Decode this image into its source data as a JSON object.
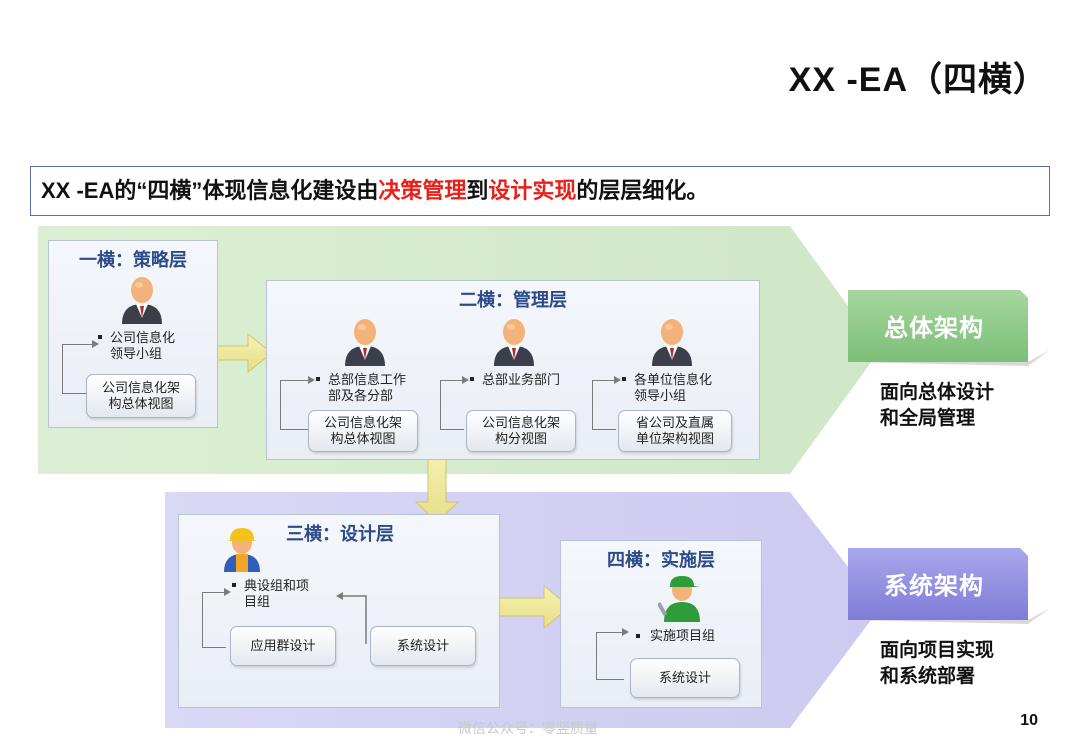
{
  "page_title": "XX -EA（四横）",
  "banner": {
    "prefix": "XX -EA的“四横”体现信息化建设由",
    "red1": "决策管理",
    "mid": "到",
    "red2": "设计实现",
    "suffix": "的层层细化。"
  },
  "layers": {
    "strategy": {
      "title": "一横：策略层",
      "item": "公司信息化\n领导小组",
      "view": "公司信息化架\n构总体视图"
    },
    "management": {
      "title": "二横：管理层",
      "groups": [
        {
          "item": "总部信息工作\n部及各分部",
          "view": "公司信息化架\n构总体视图"
        },
        {
          "item": "总部业务部门",
          "view": "公司信息化架\n构分视图"
        },
        {
          "item": "各单位信息化\n领导小组",
          "view": "省公司及直属\n单位架构视图"
        }
      ]
    },
    "design": {
      "title": "三横：设计层",
      "item": "典设组和项\n目组",
      "views": [
        "应用群设计",
        "系统设计"
      ]
    },
    "implementation": {
      "title": "四横：实施层",
      "item": "实施项目组",
      "view": "系统设计"
    }
  },
  "right": {
    "top_tag": "总体架构",
    "top_desc": "面向总体设计\n和全局管理",
    "bottom_tag": "系统架构",
    "bottom_desc": "面向项目实现\n和系统部署"
  },
  "colors": {
    "green_band": "#d8ecd0",
    "purple_band": "#d5d4f3",
    "green_tag": "#8cc98a",
    "purple_tag": "#8f8de0",
    "accent_red": "#e8201a",
    "title_blue": "#2d4b8a"
  },
  "icons": {
    "manager": "person-manager-icon",
    "engineer": "person-engineer-icon",
    "worker": "person-worker-icon"
  },
  "page_number": "10",
  "watermark": "微信公众号：零竖质量"
}
